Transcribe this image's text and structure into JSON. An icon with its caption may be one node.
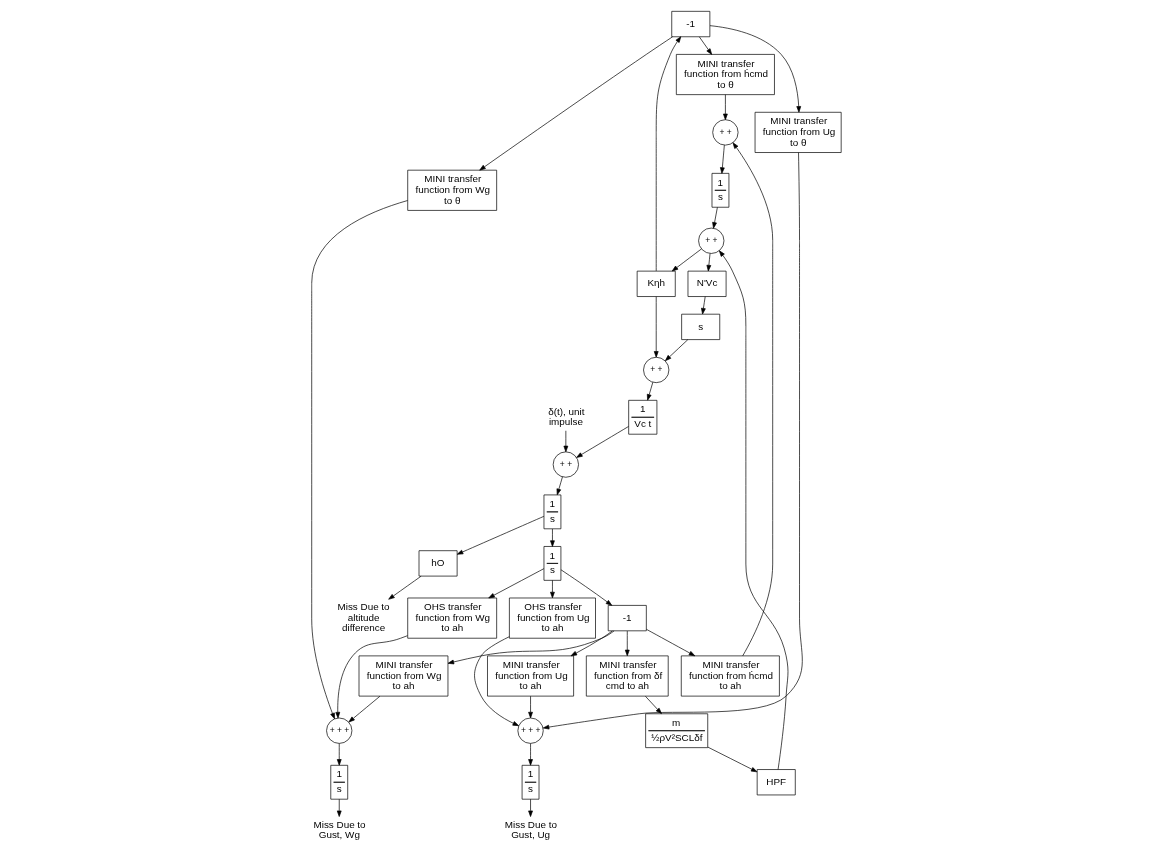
{
  "diagram": {
    "nodes": [
      {
        "text": [
          "OHS transfer function from Ug to ah"
        ]
      },
      {
        "text": [
          "OHS transfer function from Wg to ah"
        ]
      },
      {
        "text": [
          "Miss Due to Gust, Ug"
        ]
      },
      {
        "text": [
          "1",
          "s"
        ]
      },
      {
        "text": [
          "+ + +"
        ]
      },
      {
        "text": [
          "-1"
        ]
      },
      {
        "text": [
          "MINI transfer function from Ug to θ"
        ]
      },
      {
        "text": [
          "1",
          "s"
        ]
      },
      {
        "text": [
          "+ + +"
        ]
      },
      {
        "text": [
          "MINI transfer function from Wg to θ"
        ]
      },
      {
        "text": [
          "Miss Due to Gust, Wg"
        ]
      },
      {
        "text": [
          "Miss Due to altitude difference"
        ]
      },
      {
        "text": [
          "hO"
        ]
      },
      {
        "text": [
          "1",
          "s"
        ]
      },
      {
        "text": [
          "1",
          "s"
        ]
      },
      {
        "text": [
          "+ +"
        ]
      },
      {
        "text": [
          "δ(t), unit impulse"
        ]
      },
      {
        "text": [
          "1",
          "Vc t"
        ]
      },
      {
        "text": [
          "+ +"
        ]
      },
      {
        "text": [
          "s"
        ]
      },
      {
        "text": [
          "-1"
        ]
      },
      {
        "text": [
          "MINI transfer function from ḣcmd to θ"
        ]
      },
      {
        "text": [
          "Kηh"
        ]
      },
      {
        "text": [
          "N'Vc"
        ]
      },
      {
        "text": [
          "MINI transfer function from Ug to ah"
        ]
      },
      {
        "text": [
          "MINI transfer function from ḣcmd to ah"
        ]
      },
      {
        "text": [
          "+ +"
        ]
      },
      {
        "text": [
          "1",
          "s"
        ]
      },
      {
        "text": [
          "+ +"
        ]
      },
      {
        "text": [
          "MINI transfer function from Wg to ah"
        ]
      },
      {
        "text": [
          "MINI transfer function from δf cmd to ah"
        ]
      },
      {
        "text": [
          "m",
          "½ρV²SCLδf"
        ]
      },
      {
        "text": [
          "HPF"
        ]
      }
    ],
    "edges": [
      {
        "from": 23,
        "to": 19,
        "arrow": "to"
      },
      {
        "from": 19,
        "to": 18,
        "arrow": "to"
      },
      {
        "from": 22,
        "to": 18,
        "arrow": "to"
      },
      {
        "from": 22,
        "to": 20,
        "arrow": "to"
      },
      {
        "from": 18,
        "to": 17,
        "arrow": "to"
      },
      {
        "from": 17,
        "to": 15,
        "arrow": "to"
      },
      {
        "from": 16,
        "to": 15,
        "arrow": "to"
      },
      {
        "from": 15,
        "to": 14,
        "arrow": "to"
      },
      {
        "from": 14,
        "to": 13,
        "arrow": "to"
      },
      {
        "from": 14,
        "to": 12,
        "arrow": "to"
      },
      {
        "from": 12,
        "to": 11,
        "arrow": "to"
      },
      {
        "from": 13,
        "to": 0,
        "arrow": "to"
      },
      {
        "from": 13,
        "to": 1,
        "arrow": "to"
      },
      {
        "from": 13,
        "to": 5,
        "arrow": "to"
      },
      {
        "from": 5,
        "to": 24,
        "arrow": "to"
      },
      {
        "from": 5,
        "to": 29,
        "arrow": "to"
      },
      {
        "from": 5,
        "to": 25,
        "arrow": "to"
      },
      {
        "from": 5,
        "to": 30,
        "arrow": "to"
      },
      {
        "from": 20,
        "to": 6,
        "arrow": "to"
      },
      {
        "from": 20,
        "to": 9,
        "arrow": "to"
      },
      {
        "from": 20,
        "to": 21,
        "arrow": "to"
      },
      {
        "from": 0,
        "to": 4,
        "arrow": "to"
      },
      {
        "from": 6,
        "to": 4,
        "arrow": "to"
      },
      {
        "from": 24,
        "to": 4,
        "arrow": "to"
      },
      {
        "from": 1,
        "to": 8,
        "arrow": "to"
      },
      {
        "from": 9,
        "to": 8,
        "arrow": "to"
      },
      {
        "from": 29,
        "to": 8,
        "arrow": "to"
      },
      {
        "from": 4,
        "to": 3,
        "arrow": "to"
      },
      {
        "from": 3,
        "to": 2,
        "arrow": "to"
      },
      {
        "from": 8,
        "to": 7,
        "arrow": "to"
      },
      {
        "from": 7,
        "to": 10,
        "arrow": "to"
      },
      {
        "from": 25,
        "to": 26,
        "arrow": "to"
      },
      {
        "from": 21,
        "to": 26,
        "arrow": "to"
      },
      {
        "from": 26,
        "to": 27,
        "arrow": "to"
      },
      {
        "from": 27,
        "to": 28,
        "arrow": "to"
      },
      {
        "from": 30,
        "to": 31,
        "arrow": "to"
      },
      {
        "from": 31,
        "to": 32,
        "arrow": "to"
      },
      {
        "from": 32,
        "to": 28,
        "arrow": "to"
      },
      {
        "from": 28,
        "to": 22,
        "arrow": "to"
      },
      {
        "from": 28,
        "to": 23,
        "arrow": "to"
      }
    ]
  }
}
